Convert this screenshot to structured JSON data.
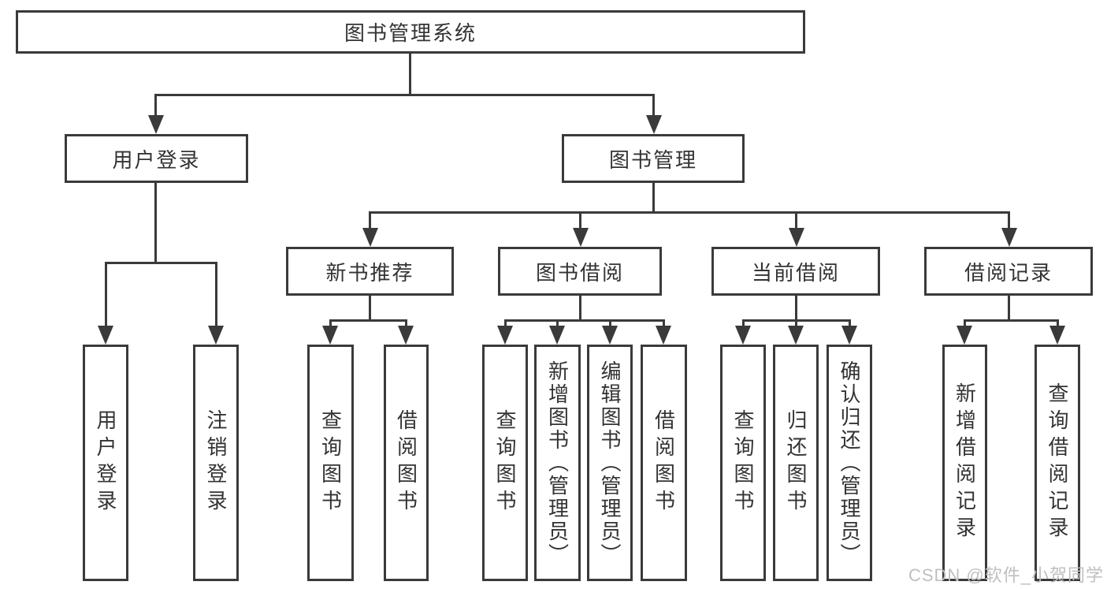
{
  "nodes": {
    "root": "图书管理系统",
    "user_login": "用户登录",
    "book_management": "图书管理",
    "new_book_recommend": "新书推荐",
    "book_borrow": "图书借阅",
    "current_borrow": "当前借阅",
    "borrow_record": "借阅记录"
  },
  "leaves": {
    "login": [
      "用户登录",
      "注销登录"
    ],
    "recommend": [
      "查询图书",
      "借阅图书"
    ],
    "borrow": [
      "查询图书",
      "新增图书（管理员）",
      "编辑图书（管理员）",
      "借阅图书"
    ],
    "current": [
      "查询图书",
      "归还图书",
      "确认归还（管理员）"
    ],
    "record": [
      "新增借阅记录",
      "查询借阅记录"
    ]
  },
  "watermark": "CSDN @软件_小贺同学",
  "colors": {
    "line": "#3a3a3a",
    "text": "#333333",
    "watermark": "#bfbfbf",
    "background": "#ffffff"
  }
}
